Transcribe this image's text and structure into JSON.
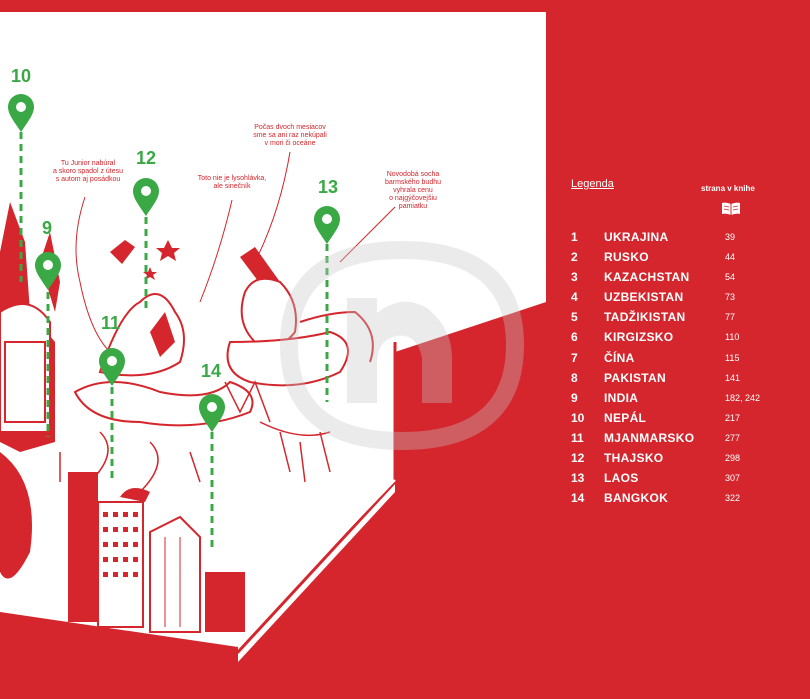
{
  "colors": {
    "brand_red": "#d4262c",
    "pin_green": "#39a845",
    "paper": "#ffffff"
  },
  "illustration": {
    "pins": [
      {
        "number": "10",
        "icon": "map-pin-icon"
      },
      {
        "number": "9",
        "icon": "map-pin-icon"
      },
      {
        "number": "12",
        "icon": "map-pin-icon"
      },
      {
        "number": "11",
        "icon": "map-pin-icon"
      },
      {
        "number": "13",
        "icon": "map-pin-icon"
      },
      {
        "number": "14",
        "icon": "map-pin-icon"
      }
    ],
    "notes": {
      "junior": "Tu Junior nabúral\na skoro spadol z útesu\ns autom aj posádkou",
      "lysohlavka": "Toto nie je lysohlávka,\nale sinečník",
      "more": "Počas dvoch mesiacov\nsme sa ani raz nekúpali\nv mori či oceáne",
      "budha": "Novodobá socha\nbarmského budhu\nvyhrala cenu\no najgýčovejšiu\npamiatku"
    }
  },
  "legend": {
    "title": "Legenda",
    "column_header": "strana v knihe",
    "column_icon": "open-book-icon",
    "rows": [
      {
        "num": "1",
        "country": "UKRAJINA",
        "page": "39"
      },
      {
        "num": "2",
        "country": "RUSKO",
        "page": "44"
      },
      {
        "num": "3",
        "country": "KAZACHSTAN",
        "page": "54"
      },
      {
        "num": "4",
        "country": "UZBEKISTAN",
        "page": "73"
      },
      {
        "num": "5",
        "country": "TADŽIKISTAN",
        "page": "77"
      },
      {
        "num": "6",
        "country": "KIRGIZSKO",
        "page": "110"
      },
      {
        "num": "7",
        "country": "ČÍNA",
        "page": "115"
      },
      {
        "num": "8",
        "country": "PAKISTAN",
        "page": "141"
      },
      {
        "num": "9",
        "country": "INDIA",
        "page": "182, 242"
      },
      {
        "num": "10",
        "country": "NEPÁL",
        "page": "217"
      },
      {
        "num": "11",
        "country": "MJANMARSKO",
        "page": "277"
      },
      {
        "num": "12",
        "country": "THAJSKO",
        "page": "298"
      },
      {
        "num": "13",
        "country": "LAOS",
        "page": "307"
      },
      {
        "num": "14",
        "country": "BANGKOK",
        "page": "322"
      }
    ]
  },
  "watermark": {
    "icon": "m-logo-watermark-icon"
  }
}
